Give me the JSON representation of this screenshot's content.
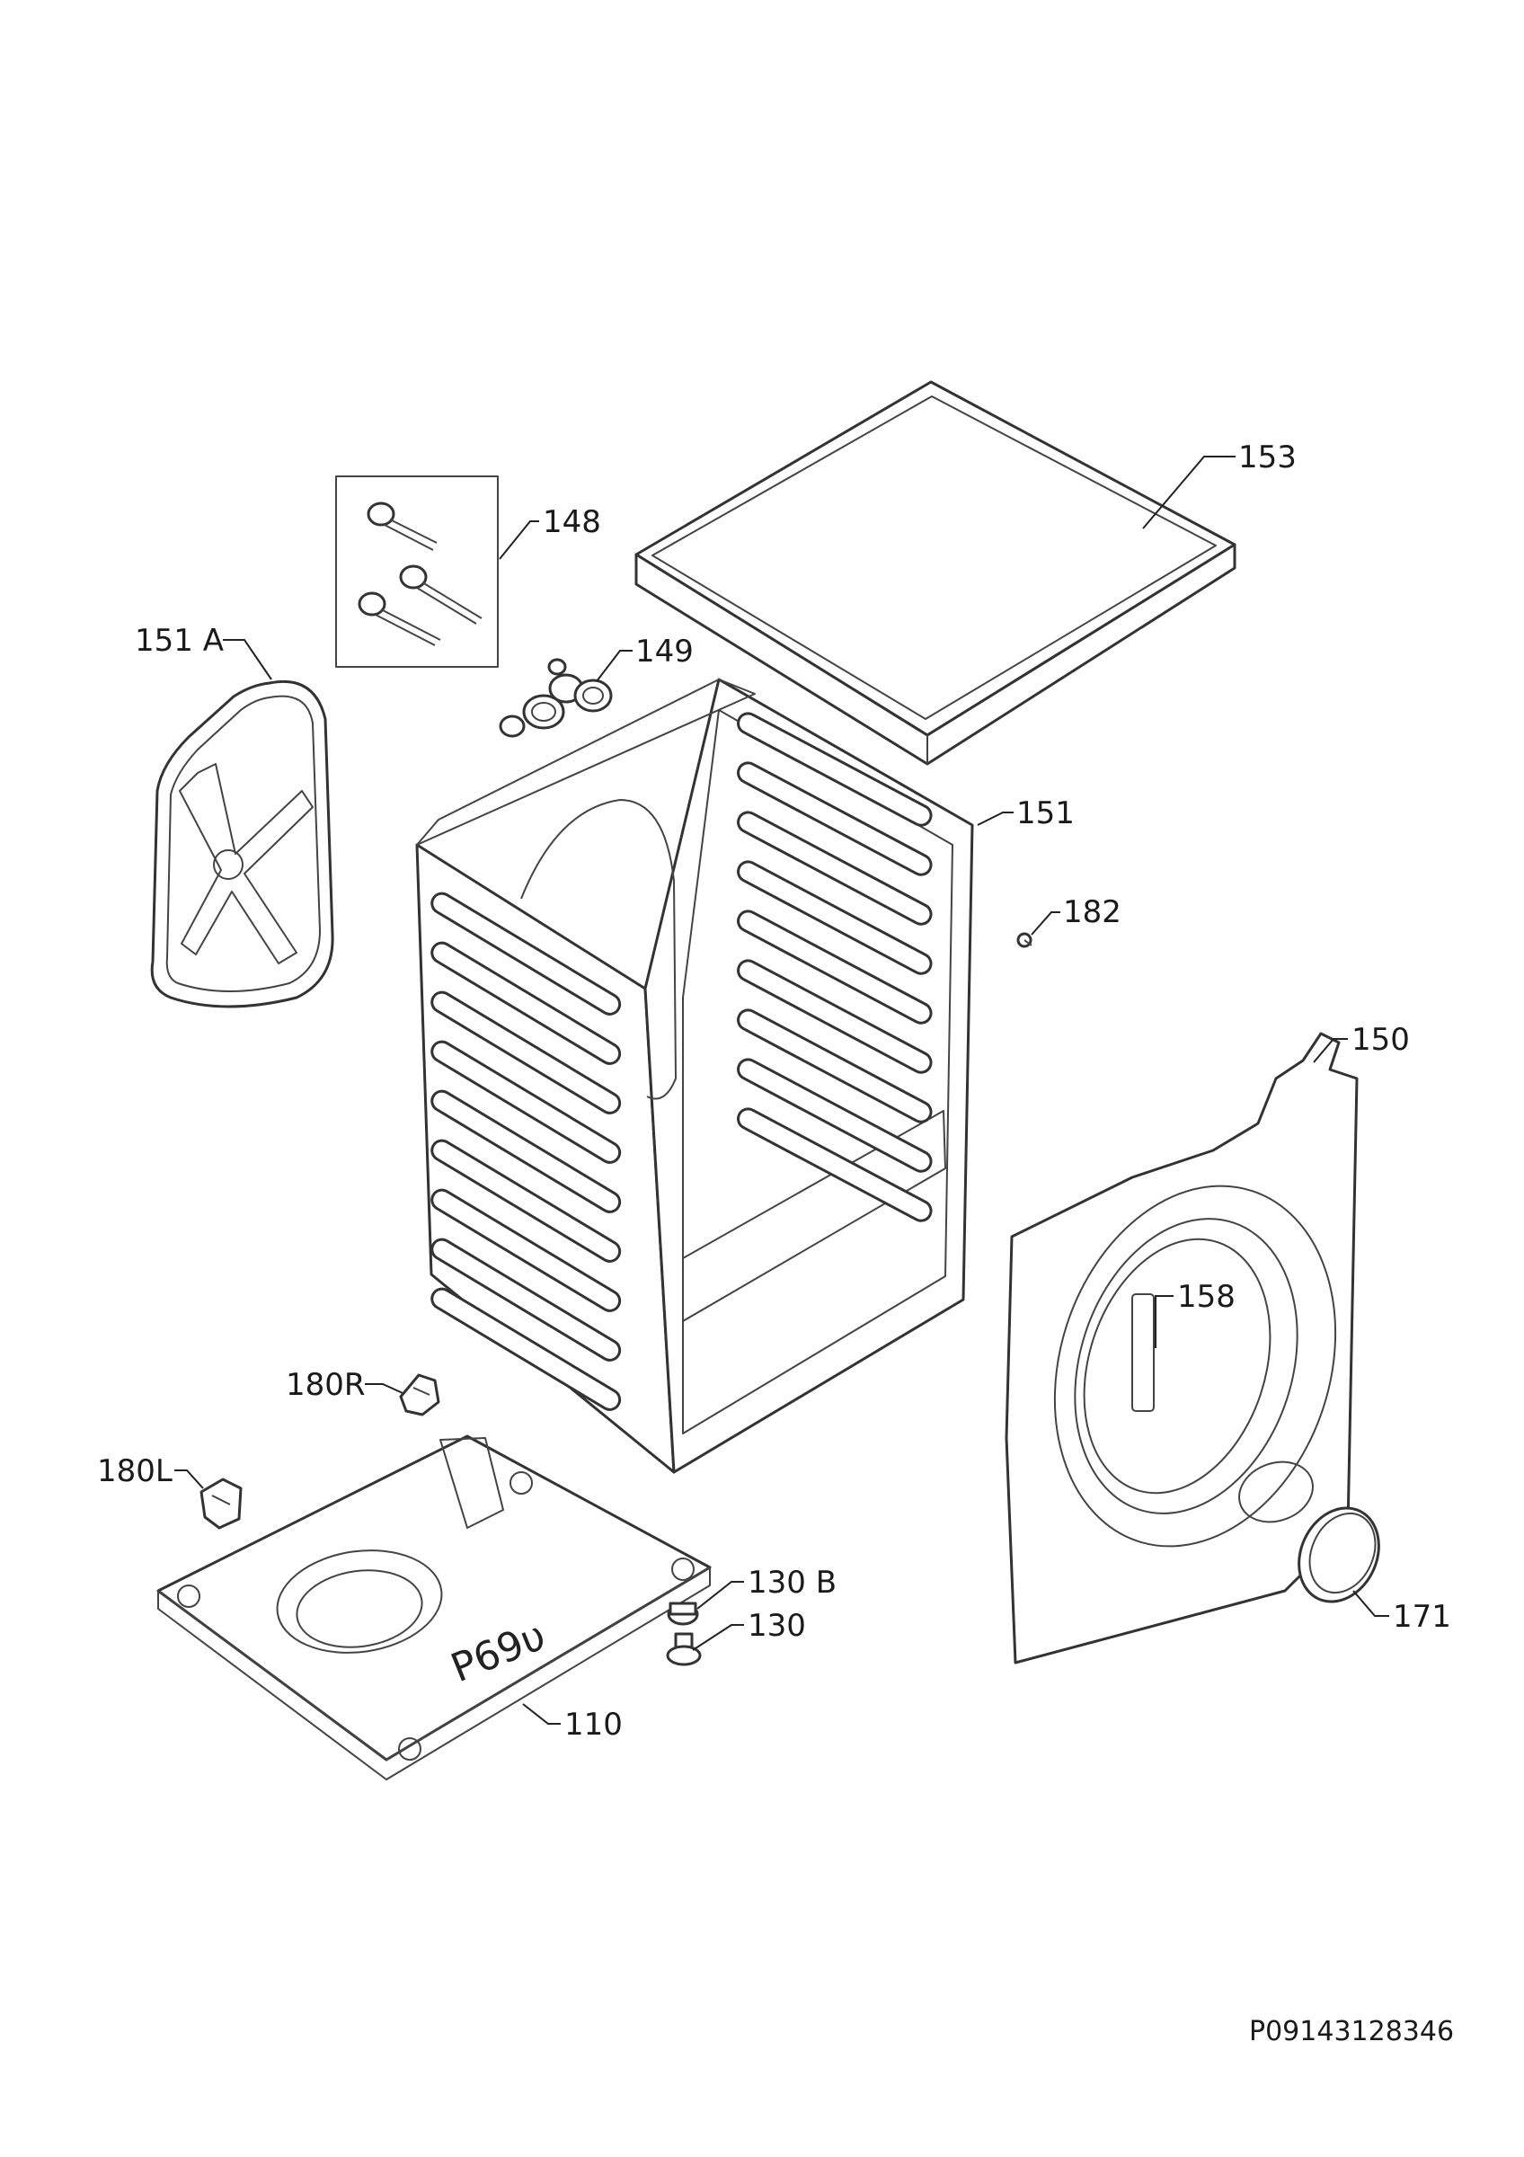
{
  "labels": {
    "l153": "153",
    "l148": "148",
    "l151a": "151 A",
    "l149": "149",
    "l151": "151",
    "l182": "182",
    "l150": "150",
    "l158": "158",
    "l180r": "180R",
    "l180l": "180L",
    "l130b": "130 B",
    "l130": "130",
    "l171": "171",
    "l110": "110"
  },
  "base_marking": "P69υ",
  "drawing_code": "P09143128346"
}
